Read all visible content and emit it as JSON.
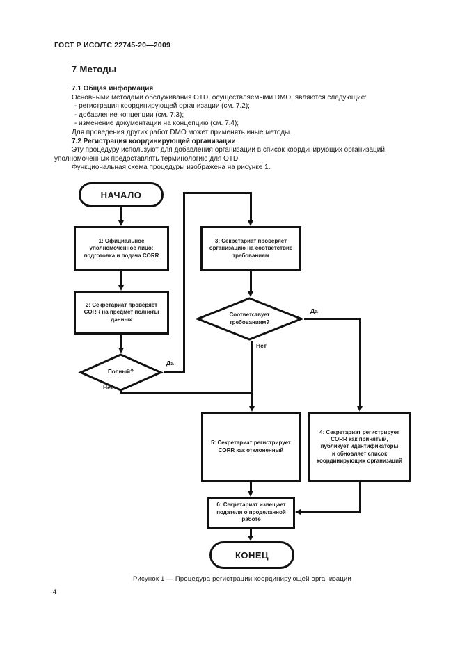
{
  "page": {
    "header": "ГОСТ Р ИСО/ТС 22745-20—2009",
    "section_title": "7  Методы",
    "caption": "Рисунок 1 — Процедура регистрации координирующей организации",
    "page_number": "4"
  },
  "body": {
    "lines": [
      {
        "text": "7.1  Общая информация"
      },
      {
        "text": "Основными методами обслуживания OTD, осуществляемыми DMO, являются следующие:"
      },
      {
        "text": "-  регистрация координирующей организации (см. 7.2);"
      },
      {
        "text": "-  добавление концепции (см. 7.3);"
      },
      {
        "text": "-  изменение документации на концепцию (см. 7.4);"
      },
      {
        "text": "Для проведения других работ DMO может применять иные методы."
      },
      {
        "text": "7.2  Регистрация координирующей организации"
      },
      {
        "text": "Эту процедуру используют для добавления организации в список координирующих организаций,"
      },
      {
        "text": "уполномоченных предоставлять терминологию для OTD."
      },
      {
        "text": "Функциональная схема процедуры изображена на рисунке 1."
      }
    ]
  },
  "flowchart": {
    "start": "НАЧАЛО",
    "end": "КОНЕЦ",
    "box1": "1: Официальное\nуполномоченное лицо:\nподготовка и подача CORR",
    "box2": "2: Секретариат проверяет\nCORR на предмет полноты\nданных",
    "box3": "3: Секретариат проверяет\nорганизацию на соответствие\nтребованиям",
    "box4": "4: Секретариат регистрирует\nCORR как принятый,\nпубликует идентификаторы\nи обновляет список\nкоординирующих организаций",
    "box5": "5: Секретариат регистрирует\nCORR как отклоненный",
    "box6": "6: Секретариат извещает\nподателя о проделанной\nработе",
    "decision1": "Полный?",
    "decision2": "Соответствует\nтребованиям?",
    "labels": {
      "yes1": "Да",
      "no1": "Нет",
      "yes2": "Да",
      "no2": "Нет"
    }
  }
}
